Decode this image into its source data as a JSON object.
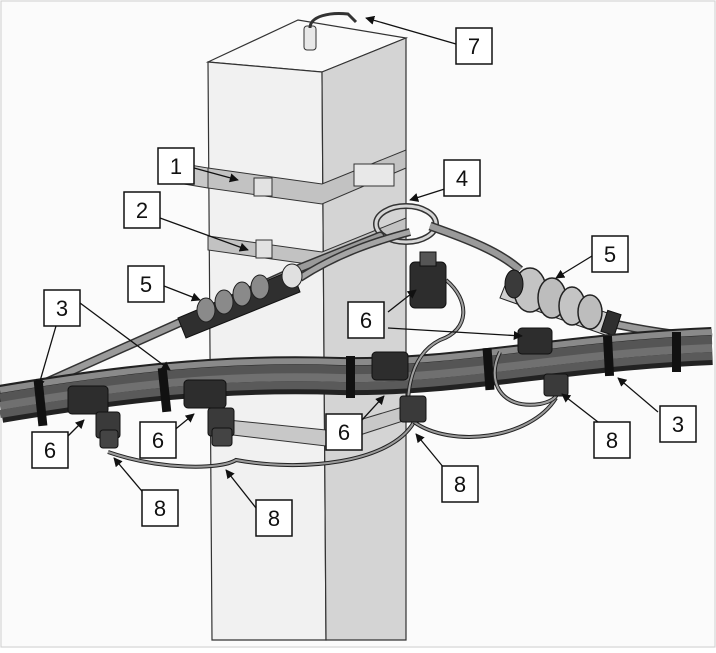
{
  "callouts": {
    "c1": "1",
    "c2": "2",
    "c3a": "3",
    "c3b": "3",
    "c4": "4",
    "c5a": "5",
    "c5b": "5",
    "c6a": "6",
    "c6b": "6",
    "c6c": "6",
    "c6d": "6",
    "c7": "7",
    "c8a": "8",
    "c8b": "8",
    "c8c": "8",
    "c8d": "8"
  },
  "colors": {
    "pole_front": "#f1f1f1",
    "pole_side": "#d4d4d4",
    "pole_top": "#fafafa",
    "cable_dark": "#4a4a4a",
    "cable_mid": "#7a7a7a",
    "band": "#b9b9b9",
    "clamp": "#2f2f2f",
    "insulator": "#bdbdbd",
    "outline": "#1a1a1a"
  }
}
